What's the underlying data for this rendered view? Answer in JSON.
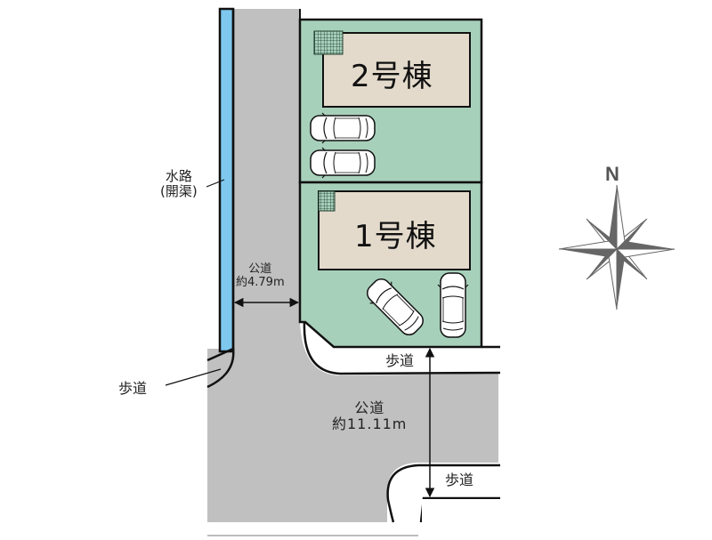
{
  "plan": {
    "colors": {
      "road": "#c0c0c0",
      "lot": "#a7d0bb",
      "building": "#e3dacb",
      "waterway": "#7ec8ee",
      "outline": "#111111",
      "compass": "#666666"
    },
    "buildings": [
      {
        "id": "2",
        "label": "2号棟"
      },
      {
        "id": "1",
        "label": "1号棟"
      }
    ],
    "waterway": {
      "line1": "水路",
      "line2": "(開渠)"
    },
    "west_road": {
      "line1": "公道",
      "line2": "約4.79m"
    },
    "south_road": {
      "line1": "公道",
      "line2": "約11.11m"
    },
    "sidewalks": {
      "west": "歩道",
      "south_upper": "歩道",
      "south_lower": "歩道"
    },
    "compass": {
      "north_label": "N"
    },
    "parking": {
      "lot2_cars": 2,
      "lot1_cars": 2
    }
  }
}
